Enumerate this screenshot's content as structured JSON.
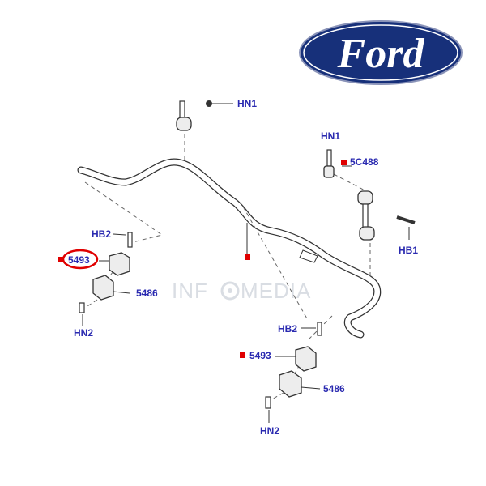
{
  "brand": {
    "logo_text": "Ford",
    "logo_color": "#17307a"
  },
  "watermark": {
    "left": "INF",
    "right": "MEDIA"
  },
  "labels": {
    "hn1_top": "HN1",
    "hn1_right": "HN1",
    "c5488": "5C488",
    "hb1": "HB1",
    "hb2_left": "HB2",
    "p5493_left": "5493",
    "p5486_left": "5486",
    "hn2_left": "HN2",
    "hb2_right": "HB2",
    "p5493_right": "5493",
    "p5486_right": "5486",
    "hn2_right": "HN2"
  },
  "colors": {
    "label": "#2a2ab0",
    "marker": "#e00000",
    "highlight_ring": "#e00000"
  }
}
